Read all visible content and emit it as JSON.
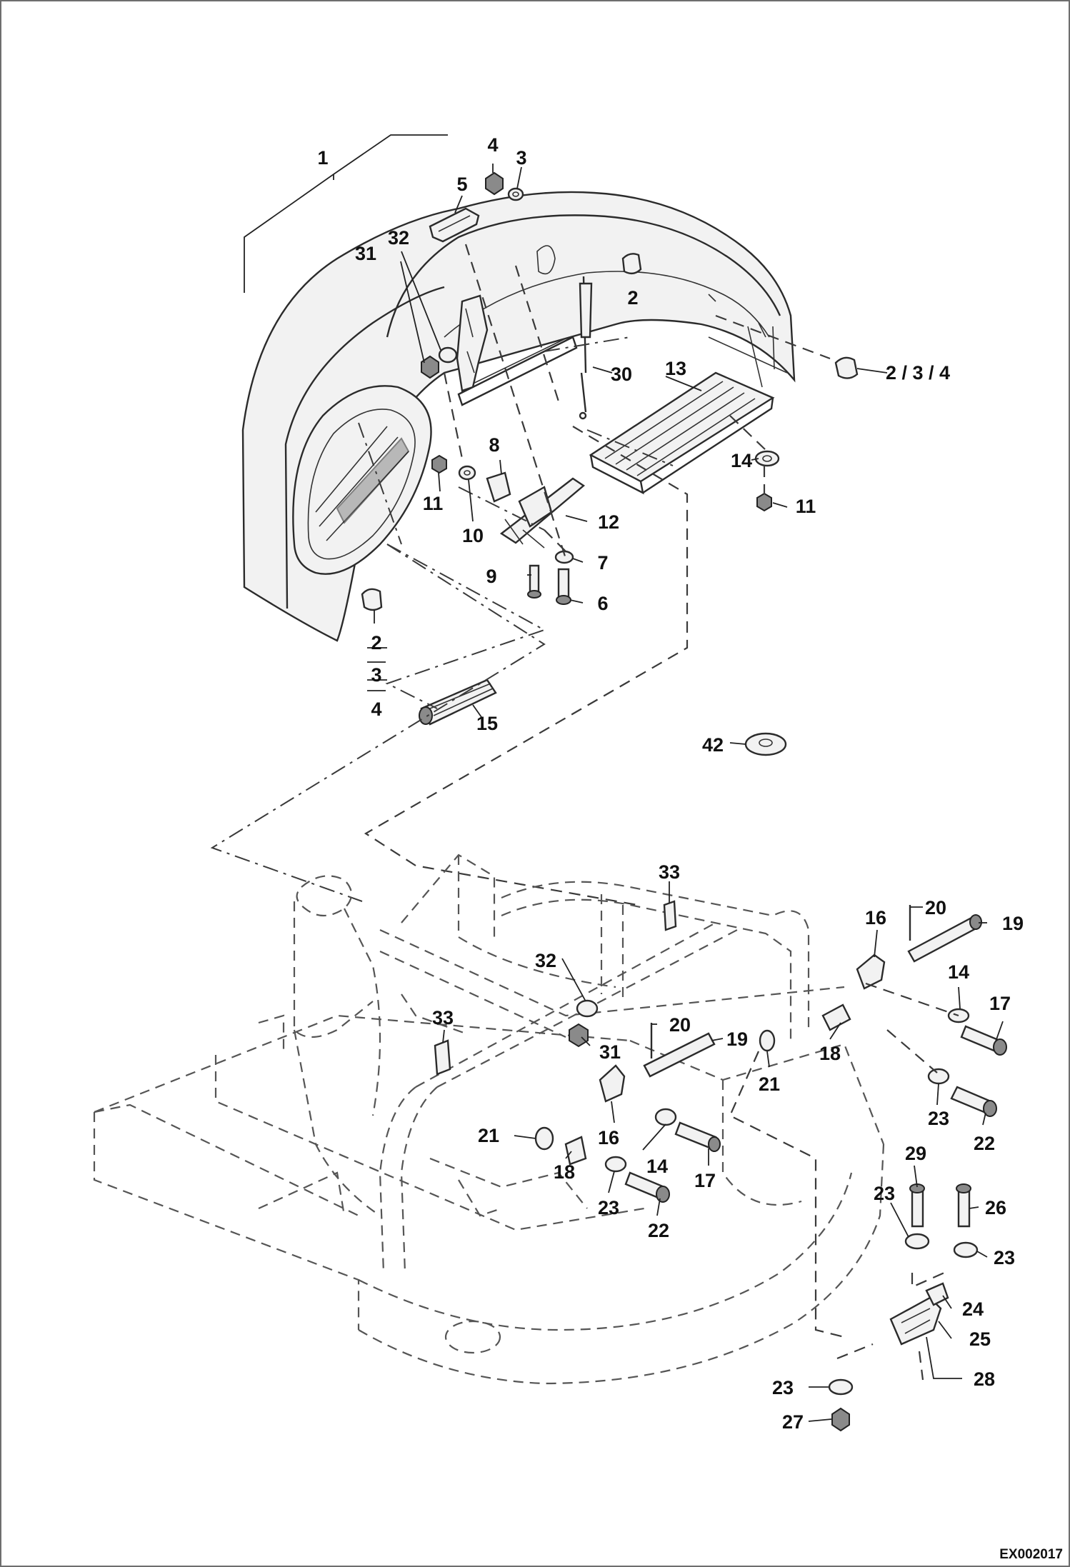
{
  "drawing_code": "EX002017",
  "callouts": [
    {
      "id": "c1",
      "label": "1"
    },
    {
      "id": "c4",
      "label": "4"
    },
    {
      "id": "c3",
      "label": "3"
    },
    {
      "id": "c5",
      "label": "5"
    },
    {
      "id": "c32a",
      "label": "32"
    },
    {
      "id": "c31a",
      "label": "31"
    },
    {
      "id": "c2a",
      "label": "2"
    },
    {
      "id": "c234",
      "label": "2 / 3 / 4"
    },
    {
      "id": "c30",
      "label": "30"
    },
    {
      "id": "c13",
      "label": "13"
    },
    {
      "id": "c8",
      "label": "8"
    },
    {
      "id": "c14a",
      "label": "14"
    },
    {
      "id": "c11a",
      "label": "11"
    },
    {
      "id": "c10",
      "label": "10"
    },
    {
      "id": "c11b",
      "label": "11"
    },
    {
      "id": "c12",
      "label": "12"
    },
    {
      "id": "c9",
      "label": "9"
    },
    {
      "id": "c7",
      "label": "7"
    },
    {
      "id": "c6",
      "label": "6"
    },
    {
      "id": "c2b",
      "label": "2"
    },
    {
      "id": "c3b",
      "label": "3"
    },
    {
      "id": "c4b",
      "label": "4"
    },
    {
      "id": "c15",
      "label": "15"
    },
    {
      "id": "c42",
      "label": "42"
    },
    {
      "id": "c33a",
      "label": "33"
    },
    {
      "id": "c20a",
      "label": "20"
    },
    {
      "id": "c16a",
      "label": "16"
    },
    {
      "id": "c19a",
      "label": "19"
    },
    {
      "id": "c32b",
      "label": "32"
    },
    {
      "id": "c14b",
      "label": "14"
    },
    {
      "id": "c17a",
      "label": "17"
    },
    {
      "id": "c33b",
      "label": "33"
    },
    {
      "id": "c20b",
      "label": "20"
    },
    {
      "id": "c19b",
      "label": "19"
    },
    {
      "id": "c31b",
      "label": "31"
    },
    {
      "id": "c18a",
      "label": "18"
    },
    {
      "id": "c21a",
      "label": "21"
    },
    {
      "id": "c23a",
      "label": "23"
    },
    {
      "id": "c22a",
      "label": "22"
    },
    {
      "id": "c21b",
      "label": "21"
    },
    {
      "id": "c16b",
      "label": "16"
    },
    {
      "id": "c18b",
      "label": "18"
    },
    {
      "id": "c14c",
      "label": "14"
    },
    {
      "id": "c17b",
      "label": "17"
    },
    {
      "id": "c23b",
      "label": "23"
    },
    {
      "id": "c22b",
      "label": "22"
    },
    {
      "id": "c29",
      "label": "29"
    },
    {
      "id": "c23c",
      "label": "23"
    },
    {
      "id": "c26",
      "label": "26"
    },
    {
      "id": "c23d",
      "label": "23"
    },
    {
      "id": "c24",
      "label": "24"
    },
    {
      "id": "c25",
      "label": "25"
    },
    {
      "id": "c28",
      "label": "28"
    },
    {
      "id": "c23e",
      "label": "23"
    },
    {
      "id": "c27",
      "label": "27"
    }
  ]
}
